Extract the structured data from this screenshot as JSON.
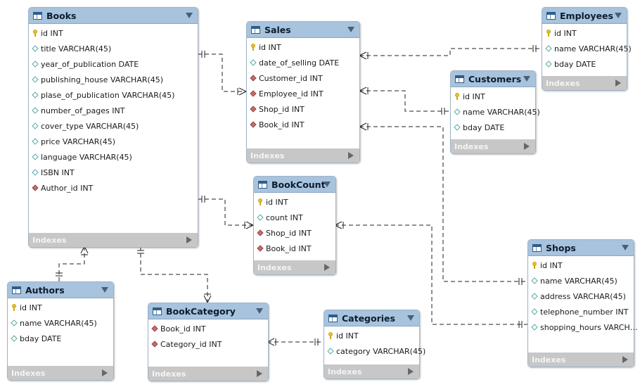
{
  "footer_label": "Indexes",
  "colors": {
    "header": "#a7c3dd",
    "footer": "#c7c7c7",
    "key_icon": "#e8c21e",
    "fk_icon": "#c96b6b",
    "attr_icon": "#4aa3a0"
  },
  "tables": [
    {
      "id": "books",
      "name": "Books",
      "columns": [
        {
          "text": "id INT",
          "icon": "key-icon"
        },
        {
          "text": "title VARCHAR(45)",
          "icon": "attribute-icon"
        },
        {
          "text": "year_of_publication DATE",
          "icon": "attribute-icon"
        },
        {
          "text": "publishing_house VARCHAR(45)",
          "icon": "attribute-icon"
        },
        {
          "text": "plase_of_publication VARCHAR(45)",
          "icon": "attribute-icon"
        },
        {
          "text": "number_of_pages INT",
          "icon": "attribute-icon"
        },
        {
          "text": "cover_type VARCHAR(45)",
          "icon": "attribute-icon"
        },
        {
          "text": "price VARCHAR(45)",
          "icon": "attribute-icon"
        },
        {
          "text": "language VARCHAR(45)",
          "icon": "attribute-icon"
        },
        {
          "text": "ISBN INT",
          "icon": "attribute-icon"
        },
        {
          "text": "Author_id INT",
          "icon": "foreign-key-icon"
        }
      ]
    },
    {
      "id": "sales",
      "name": "Sales",
      "columns": [
        {
          "text": "id INT",
          "icon": "key-icon"
        },
        {
          "text": "date_of_selling DATE",
          "icon": "attribute-icon"
        },
        {
          "text": "Customer_id INT",
          "icon": "foreign-key-icon"
        },
        {
          "text": "Employee_id INT",
          "icon": "foreign-key-icon"
        },
        {
          "text": "Shop_id INT",
          "icon": "foreign-key-icon"
        },
        {
          "text": "Book_id INT",
          "icon": "foreign-key-icon"
        }
      ]
    },
    {
      "id": "employees",
      "name": "Employees",
      "columns": [
        {
          "text": "id INT",
          "icon": "key-icon"
        },
        {
          "text": "name VARCHAR(45)",
          "icon": "attribute-icon"
        },
        {
          "text": "bday DATE",
          "icon": "attribute-icon"
        }
      ]
    },
    {
      "id": "customers",
      "name": "Customers",
      "columns": [
        {
          "text": "id INT",
          "icon": "key-icon"
        },
        {
          "text": "name VARCHAR(45)",
          "icon": "attribute-icon"
        },
        {
          "text": "bday DATE",
          "icon": "attribute-icon"
        }
      ]
    },
    {
      "id": "bookcount",
      "name": "BookCount",
      "columns": [
        {
          "text": "id INT",
          "icon": "key-icon"
        },
        {
          "text": "count INT",
          "icon": "attribute-icon"
        },
        {
          "text": "Shop_id INT",
          "icon": "foreign-key-icon"
        },
        {
          "text": "Book_id INT",
          "icon": "foreign-key-icon"
        }
      ]
    },
    {
      "id": "shops",
      "name": "Shops",
      "columns": [
        {
          "text": "id INT",
          "icon": "key-icon"
        },
        {
          "text": "name VARCHAR(45)",
          "icon": "attribute-icon"
        },
        {
          "text": "address VARCHAR(45)",
          "icon": "attribute-icon"
        },
        {
          "text": "telephone_number INT",
          "icon": "attribute-icon"
        },
        {
          "text": "shopping_hours VARCH…",
          "icon": "attribute-icon"
        }
      ]
    },
    {
      "id": "authors",
      "name": "Authors",
      "columns": [
        {
          "text": "id INT",
          "icon": "key-icon"
        },
        {
          "text": "name VARCHAR(45)",
          "icon": "attribute-icon"
        },
        {
          "text": "bday DATE",
          "icon": "attribute-icon"
        }
      ]
    },
    {
      "id": "bookcategory",
      "name": "BookCategory",
      "columns": [
        {
          "text": "Book_id INT",
          "icon": "foreign-key-icon"
        },
        {
          "text": "Category_id INT",
          "icon": "foreign-key-icon"
        }
      ]
    },
    {
      "id": "categories",
      "name": "Categories",
      "columns": [
        {
          "text": "id INT",
          "icon": "key-icon"
        },
        {
          "text": "category VARCHAR(45)",
          "icon": "attribute-icon"
        }
      ]
    }
  ]
}
